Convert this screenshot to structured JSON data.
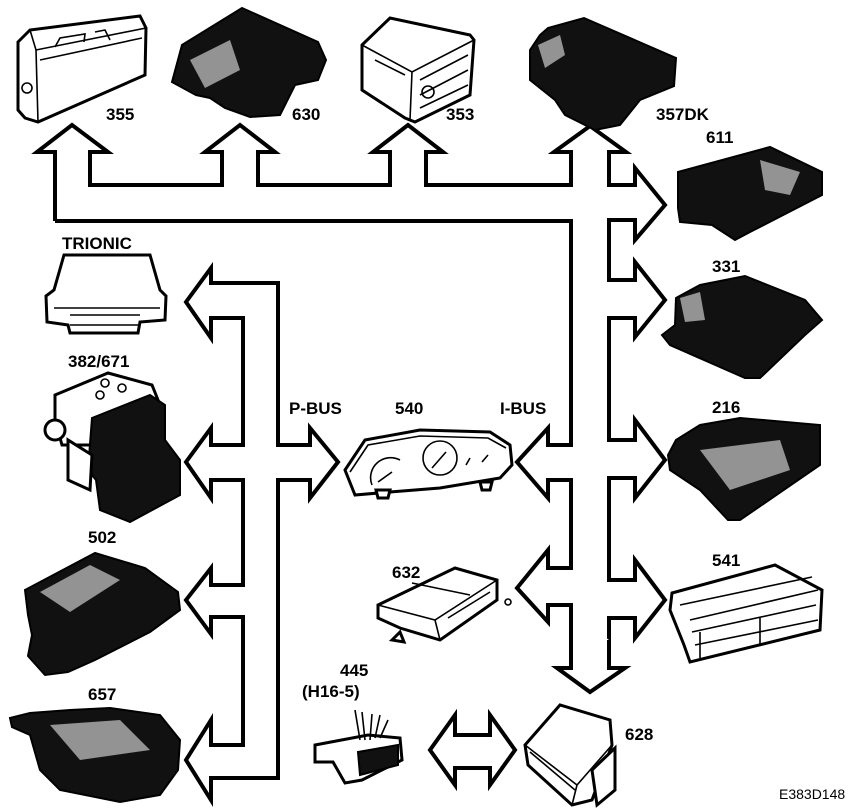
{
  "diagram": {
    "figure_code": "E383D148",
    "buses": [
      {
        "id": "p-bus",
        "label": "P-BUS"
      },
      {
        "id": "i-bus",
        "label": "I-BUS"
      }
    ],
    "center_module": {
      "id": "540",
      "label": "540",
      "device": "instrument-cluster"
    },
    "modules": {
      "m355": {
        "label": "355",
        "bus": "I-BUS",
        "style": "light"
      },
      "m630": {
        "label": "630",
        "bus": "I-BUS",
        "style": "dark"
      },
      "m353": {
        "label": "353",
        "bus": "I-BUS",
        "style": "light"
      },
      "m357dk": {
        "label": "357DK",
        "bus": "I-BUS",
        "style": "dark"
      },
      "m611": {
        "label": "611",
        "bus": "I-BUS",
        "style": "dark"
      },
      "m331": {
        "label": "331",
        "bus": "I-BUS",
        "style": "dark"
      },
      "m216": {
        "label": "216",
        "bus": "I-BUS",
        "style": "dark"
      },
      "m541": {
        "label": "541",
        "bus": "I-BUS",
        "style": "light"
      },
      "m632": {
        "label": "632",
        "bus": "I-BUS",
        "style": "light"
      },
      "m628": {
        "label": "628",
        "bus": "I-BUS",
        "style": "light"
      },
      "trionic": {
        "label": "TRIONIC",
        "bus": "P-BUS",
        "style": "light"
      },
      "m382": {
        "label": "382/671",
        "bus": "P-BUS",
        "style": "mixed"
      },
      "m502": {
        "label": "502",
        "bus": "P-BUS",
        "style": "dark"
      },
      "m657": {
        "label": "657",
        "bus": "P-BUS",
        "style": "dark"
      }
    },
    "connector": {
      "label_line1": "445",
      "label_line2": "(H16-5)",
      "linked_to": "628"
    },
    "colors": {
      "line": "#000000",
      "background": "#ffffff",
      "fill": "#111111"
    }
  }
}
